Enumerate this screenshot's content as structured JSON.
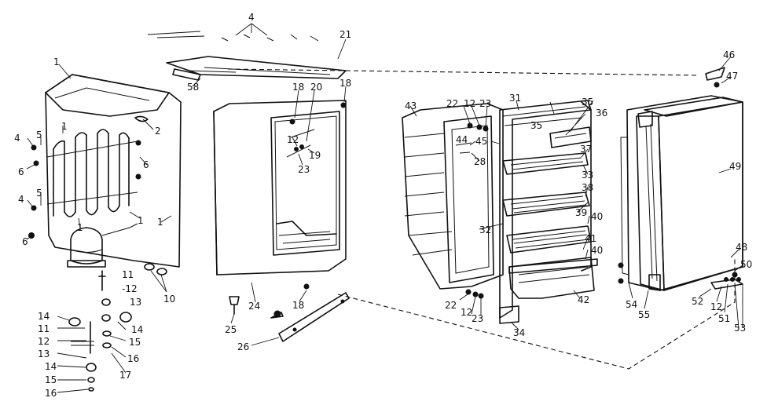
{
  "diagram": {
    "labels": [
      {
        "text": "1"
      },
      {
        "text": "2"
      },
      {
        "text": "4"
      },
      {
        "text": "5"
      },
      {
        "text": "6"
      },
      {
        "text": "4"
      },
      {
        "text": "6"
      },
      {
        "text": "5"
      },
      {
        "text": "4"
      },
      {
        "text": "6"
      },
      {
        "text": "1"
      },
      {
        "text": "1"
      },
      {
        "text": "1"
      },
      {
        "text": "1"
      },
      {
        "text": "10"
      },
      {
        "text": "11"
      },
      {
        "text": "-12"
      },
      {
        "text": "13"
      },
      {
        "text": "14"
      },
      {
        "text": "11"
      },
      {
        "text": "12"
      },
      {
        "text": "13"
      },
      {
        "text": "14"
      },
      {
        "text": "15"
      },
      {
        "text": "16"
      },
      {
        "text": "14"
      },
      {
        "text": "15"
      },
      {
        "text": "16"
      },
      {
        "text": "17"
      },
      {
        "text": "4"
      },
      {
        "text": "21"
      },
      {
        "text": "58"
      },
      {
        "text": "18"
      },
      {
        "text": "20"
      },
      {
        "text": "18"
      },
      {
        "text": "12"
      },
      {
        "text": "19"
      },
      {
        "text": "23"
      },
      {
        "text": "24"
      },
      {
        "text": "18"
      },
      {
        "text": "25"
      },
      {
        "text": "26"
      },
      {
        "text": "43"
      },
      {
        "text": "22"
      },
      {
        "text": "12"
      },
      {
        "text": "23"
      },
      {
        "text": "31"
      },
      {
        "text": "35"
      },
      {
        "text": "35"
      },
      {
        "text": "36"
      },
      {
        "text": "44"
      },
      {
        "text": "45"
      },
      {
        "text": "28"
      },
      {
        "text": "37"
      },
      {
        "text": "33"
      },
      {
        "text": "38"
      },
      {
        "text": "39"
      },
      {
        "text": "40"
      },
      {
        "text": "32"
      },
      {
        "text": "41"
      },
      {
        "text": "40"
      },
      {
        "text": "42"
      },
      {
        "text": "22"
      },
      {
        "text": "12"
      },
      {
        "text": "23"
      },
      {
        "text": "34"
      },
      {
        "text": "46"
      },
      {
        "text": "47"
      },
      {
        "text": "49"
      },
      {
        "text": "48"
      },
      {
        "text": "50"
      },
      {
        "text": "54"
      },
      {
        "text": "55"
      },
      {
        "text": "52"
      },
      {
        "text": "12"
      },
      {
        "text": "51"
      },
      {
        "text": "53"
      }
    ]
  }
}
